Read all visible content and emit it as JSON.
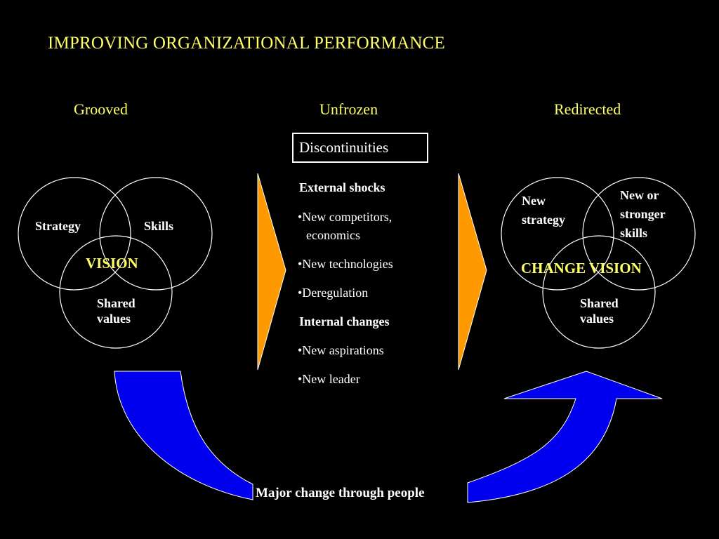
{
  "title": "IMPROVING ORGANIZATIONAL PERFORMANCE",
  "stages": {
    "grooved": "Grooved",
    "unfrozen": "Unfrozen",
    "redirected": "Redirected"
  },
  "discontinuities": {
    "heading": "Discontinuities",
    "external_heading": "External shocks",
    "external_items": [
      "•New competitors,",
      "economics",
      "•New technologies",
      "•Deregulation"
    ],
    "internal_heading": "Internal changes",
    "internal_items": [
      "•New aspirations",
      "•New leader"
    ]
  },
  "left_venn": {
    "strategy": "Strategy",
    "skills": "Skills",
    "vision": "VISION",
    "shared_values": [
      "Shared",
      "values"
    ]
  },
  "right_venn": {
    "strategy": [
      "New",
      "strategy"
    ],
    "skills": [
      "New or",
      "stronger",
      "skills"
    ],
    "vision": "CHANGE VISION",
    "shared_values": [
      "Shared",
      "values"
    ]
  },
  "bottom_caption": "Major change through people",
  "colors": {
    "background": "#000000",
    "title_yellow": "#ffff66",
    "chevron_orange": "#ff9900",
    "arrow_blue": "#0000ee",
    "line_white": "#ffffff"
  }
}
